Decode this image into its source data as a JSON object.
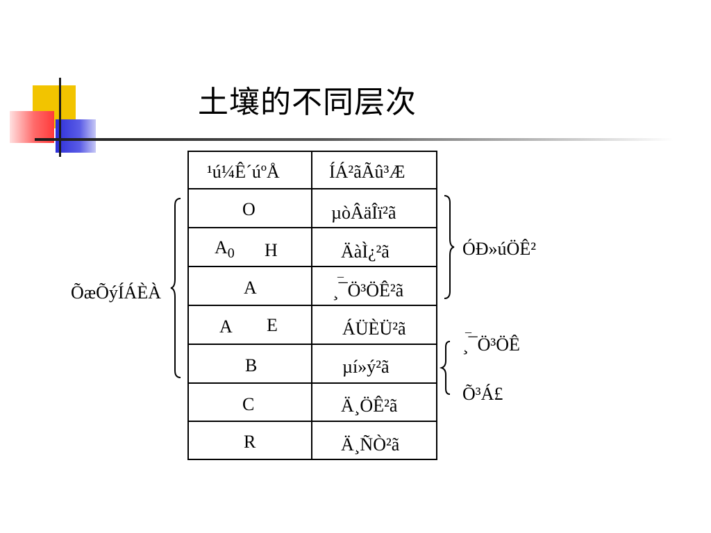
{
  "slide": {
    "title": "土壤的不同层次"
  },
  "table": {
    "header": [
      "¹ú¼Ê´úºÅ",
      "ÍÁ²ãÃû³Æ"
    ],
    "rows": [
      {
        "code": "O",
        "name": "µòÂäÎï²ã"
      },
      {
        "code": "A",
        "code_sub": "0",
        "code2": "H",
        "name": "ÄàÌ¿²ã"
      },
      {
        "code": "A",
        "name": "¸¯Ö³ÖÊ²ã",
        "name_mark": "¯"
      },
      {
        "code": "A",
        "code2": "E",
        "name": "ÁÜÈÜ²ã"
      },
      {
        "code": "B",
        "name": "µí»ý²ã"
      },
      {
        "code": "C",
        "name": "Ä¸ÖÊ²ã"
      },
      {
        "code": "R",
        "name": "Ä¸ÑÒ²ã"
      }
    ]
  },
  "labels": {
    "left": "ÕæÕýÍÁÈÀ",
    "right_top": "ÓÐ»úÖÊ²",
    "right_mid": "¸¯Ö³ÖÊ",
    "right_mid_mark": "¯",
    "right_bottom": "Õ³Á£"
  }
}
